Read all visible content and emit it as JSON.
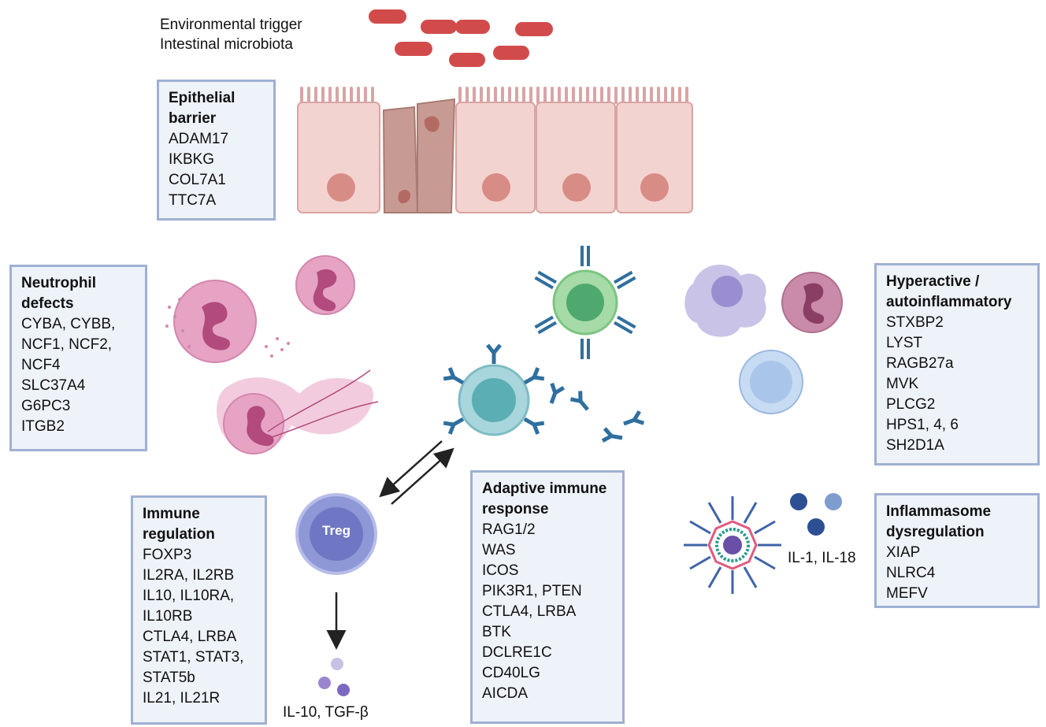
{
  "top_labels": [
    "Environmental trigger",
    "Intestinal microbiota"
  ],
  "boxes": {
    "epithelial": {
      "title": "Epithelial\nbarrier",
      "genes": [
        "ADAM17",
        "IKBKG",
        "COL7A1",
        "TTC7A"
      ]
    },
    "neutrophil": {
      "title": "Neutrophil\ndefects",
      "genes": [
        "CYBA, CYBB,",
        "NCF1, NCF2,",
        "NCF4",
        "SLC37A4",
        "G6PC3",
        "ITGB2"
      ]
    },
    "hyperactive": {
      "title": "Hyperactive /\nautoinflammatory",
      "genes": [
        "STXBP2",
        "LYST",
        "RAGB27a",
        "MVK",
        "PLCG2",
        "HPS1, 4, 6",
        "SH2D1A"
      ]
    },
    "immune_regulation": {
      "title": "Immune\nregulation",
      "genes": [
        "FOXP3",
        "IL2RA, IL2RB",
        "IL10, IL10RA,",
        "IL10RB",
        "CTLA4, LRBA",
        "STAT1, STAT3,",
        "STAT5b",
        "IL21, IL21R"
      ]
    },
    "adaptive": {
      "title": "Adaptive immune\nresponse",
      "genes": [
        "RAG1/2",
        "WAS",
        "ICOS",
        "PIK3R1, PTEN",
        "CTLA4, LRBA",
        "BTK",
        "DCLRE1C",
        "CD40LG",
        "AICDA"
      ]
    },
    "inflammasome": {
      "title": "Inflammasome\ndysregulation",
      "genes": [
        "XIAP",
        "NLRC4",
        "MEFV"
      ]
    }
  },
  "cell_labels": {
    "treg": "Treg",
    "cytokines_treg": "IL-10, TGF-β",
    "cytokines_inflammasome": "IL-1, IL-18"
  },
  "colors": {
    "box_fill": "#eef2f9",
    "box_border": "#9fb0d3",
    "bacteria": "#d24b4b",
    "epithelium": "#f3d3d0",
    "neutrophil": "#e6a3c4",
    "treg": "#8e98d6",
    "b_cell": "#8cc6cc",
    "plasma_cell": "#8fd19e",
    "antibody": "#2f6f9f"
  }
}
